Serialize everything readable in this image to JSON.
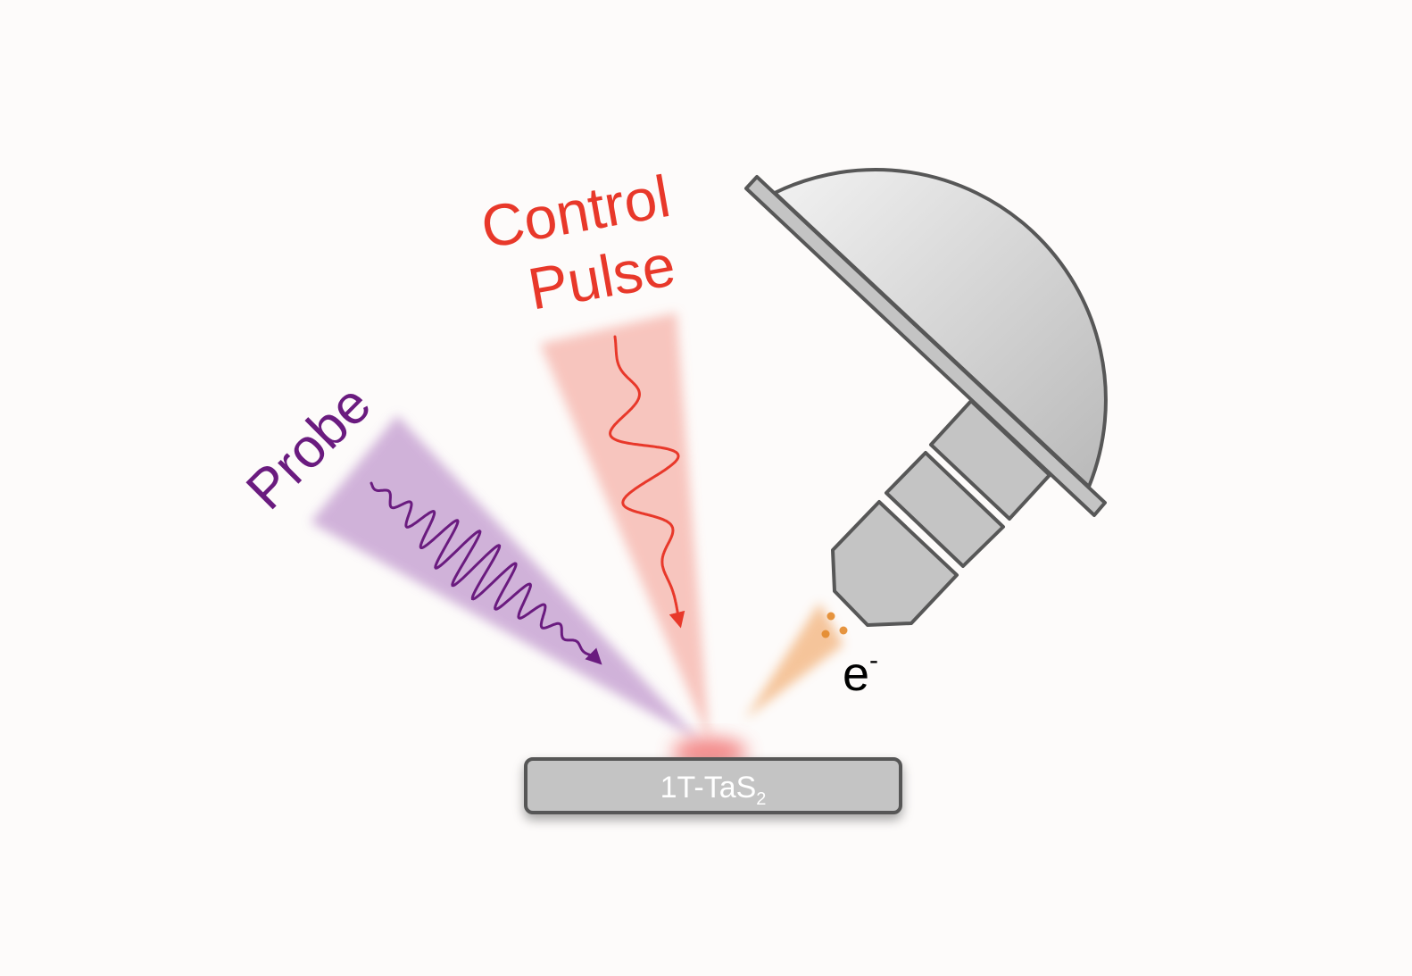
{
  "labels": {
    "probe": "Probe",
    "control_line1": "Control",
    "control_line2": "Pulse",
    "electron_base": "e",
    "electron_sup": "-",
    "sample_main": "1T-TaS",
    "sample_sub": "2"
  },
  "colors": {
    "probe": "#6a1b7f",
    "probe_cone": "#c9a6d4",
    "control": "#e8382a",
    "control_cone": "#f7bcb4",
    "electron_cone": "#f3b27a",
    "electron_dot": "#e48a2c",
    "analyzer_fill": "#c4c4c4",
    "outline": "#575757",
    "sample_fill": "#c4c4c4",
    "sample_text": "#ffffff"
  },
  "icons": {
    "analyzer": "hemispherical-electron-analyzer-icon",
    "sample": "sample-slab-icon"
  }
}
